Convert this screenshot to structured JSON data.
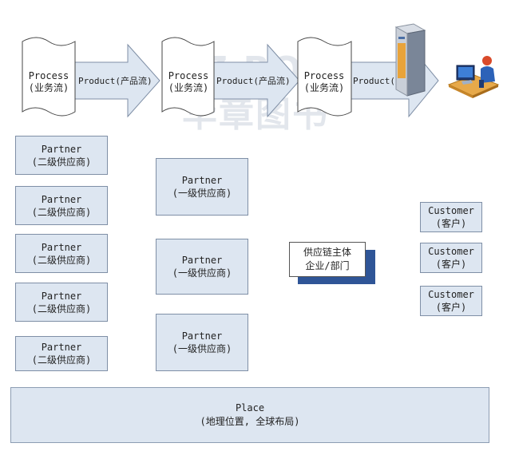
{
  "watermark": {
    "line1": "TZ BOO",
    "line2": "华章图书"
  },
  "flow": {
    "processes": [
      {
        "line1": "Process",
        "line2": "(业务流)"
      },
      {
        "line1": "Process",
        "line2": "(业务流)"
      },
      {
        "line1": "Process",
        "line2": "(业务流)"
      }
    ],
    "arrows": [
      {
        "label": "Product(产品流)"
      },
      {
        "label": "Product(产品流)"
      },
      {
        "label": "Product(产品流)"
      }
    ],
    "icons": [
      "server-icon",
      "computer-user-icon"
    ]
  },
  "tier2_partners": [
    {
      "name": "Partner",
      "role": "(二级供应商)"
    },
    {
      "name": "Partner",
      "role": "(二级供应商)"
    },
    {
      "name": "Partner",
      "role": "(二级供应商)"
    },
    {
      "name": "Partner",
      "role": "(二级供应商)"
    },
    {
      "name": "Partner",
      "role": "(二级供应商)"
    }
  ],
  "tier1_partners": [
    {
      "name": "Partner",
      "role": "(一级供应商)"
    },
    {
      "name": "Partner",
      "role": "(一级供应商)"
    },
    {
      "name": "Partner",
      "role": "(一级供应商)"
    }
  ],
  "core": {
    "line1": "供应链主体",
    "line2": "企业/部门"
  },
  "customers": [
    {
      "name": "Customer",
      "role": "(客户)"
    },
    {
      "name": "Customer",
      "role": "(客户)"
    },
    {
      "name": "Customer",
      "role": "(客户)"
    }
  ],
  "place": {
    "name": "Place",
    "desc": "(地理位置, 全球布局)"
  },
  "colors": {
    "box_fill": "#dde6f1",
    "box_border": "#7f8fa6",
    "core_shadow": "#2f5597"
  }
}
